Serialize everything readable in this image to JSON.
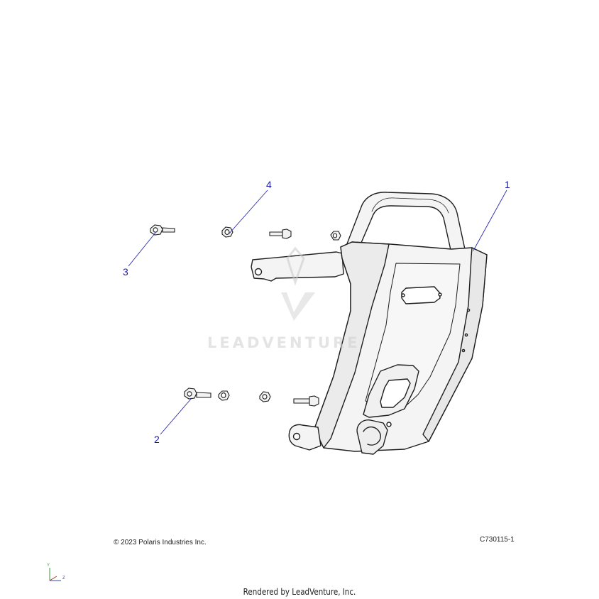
{
  "diagram": {
    "callouts": [
      {
        "id": "1",
        "label": "1"
      },
      {
        "id": "2",
        "label": "2"
      },
      {
        "id": "3",
        "label": "3"
      },
      {
        "id": "4",
        "label": "4"
      }
    ],
    "colors": {
      "line_art": "#1e1e1e",
      "callout": "#1a1aa6",
      "part_fill": "#f3f3f3",
      "watermark": "#cdcdcd"
    }
  },
  "footer": {
    "copyright": "© 2023 Polaris Industries Inc.",
    "drawing_number": "C730115-1",
    "rendered_by": "Rendered by LeadVenture, Inc."
  },
  "watermark": {
    "text": "LEADVENTURE",
    "logo_icon": "leadventure-logo-icon"
  },
  "axis_triad": {
    "y_label": "Y",
    "z_label": "Z"
  }
}
